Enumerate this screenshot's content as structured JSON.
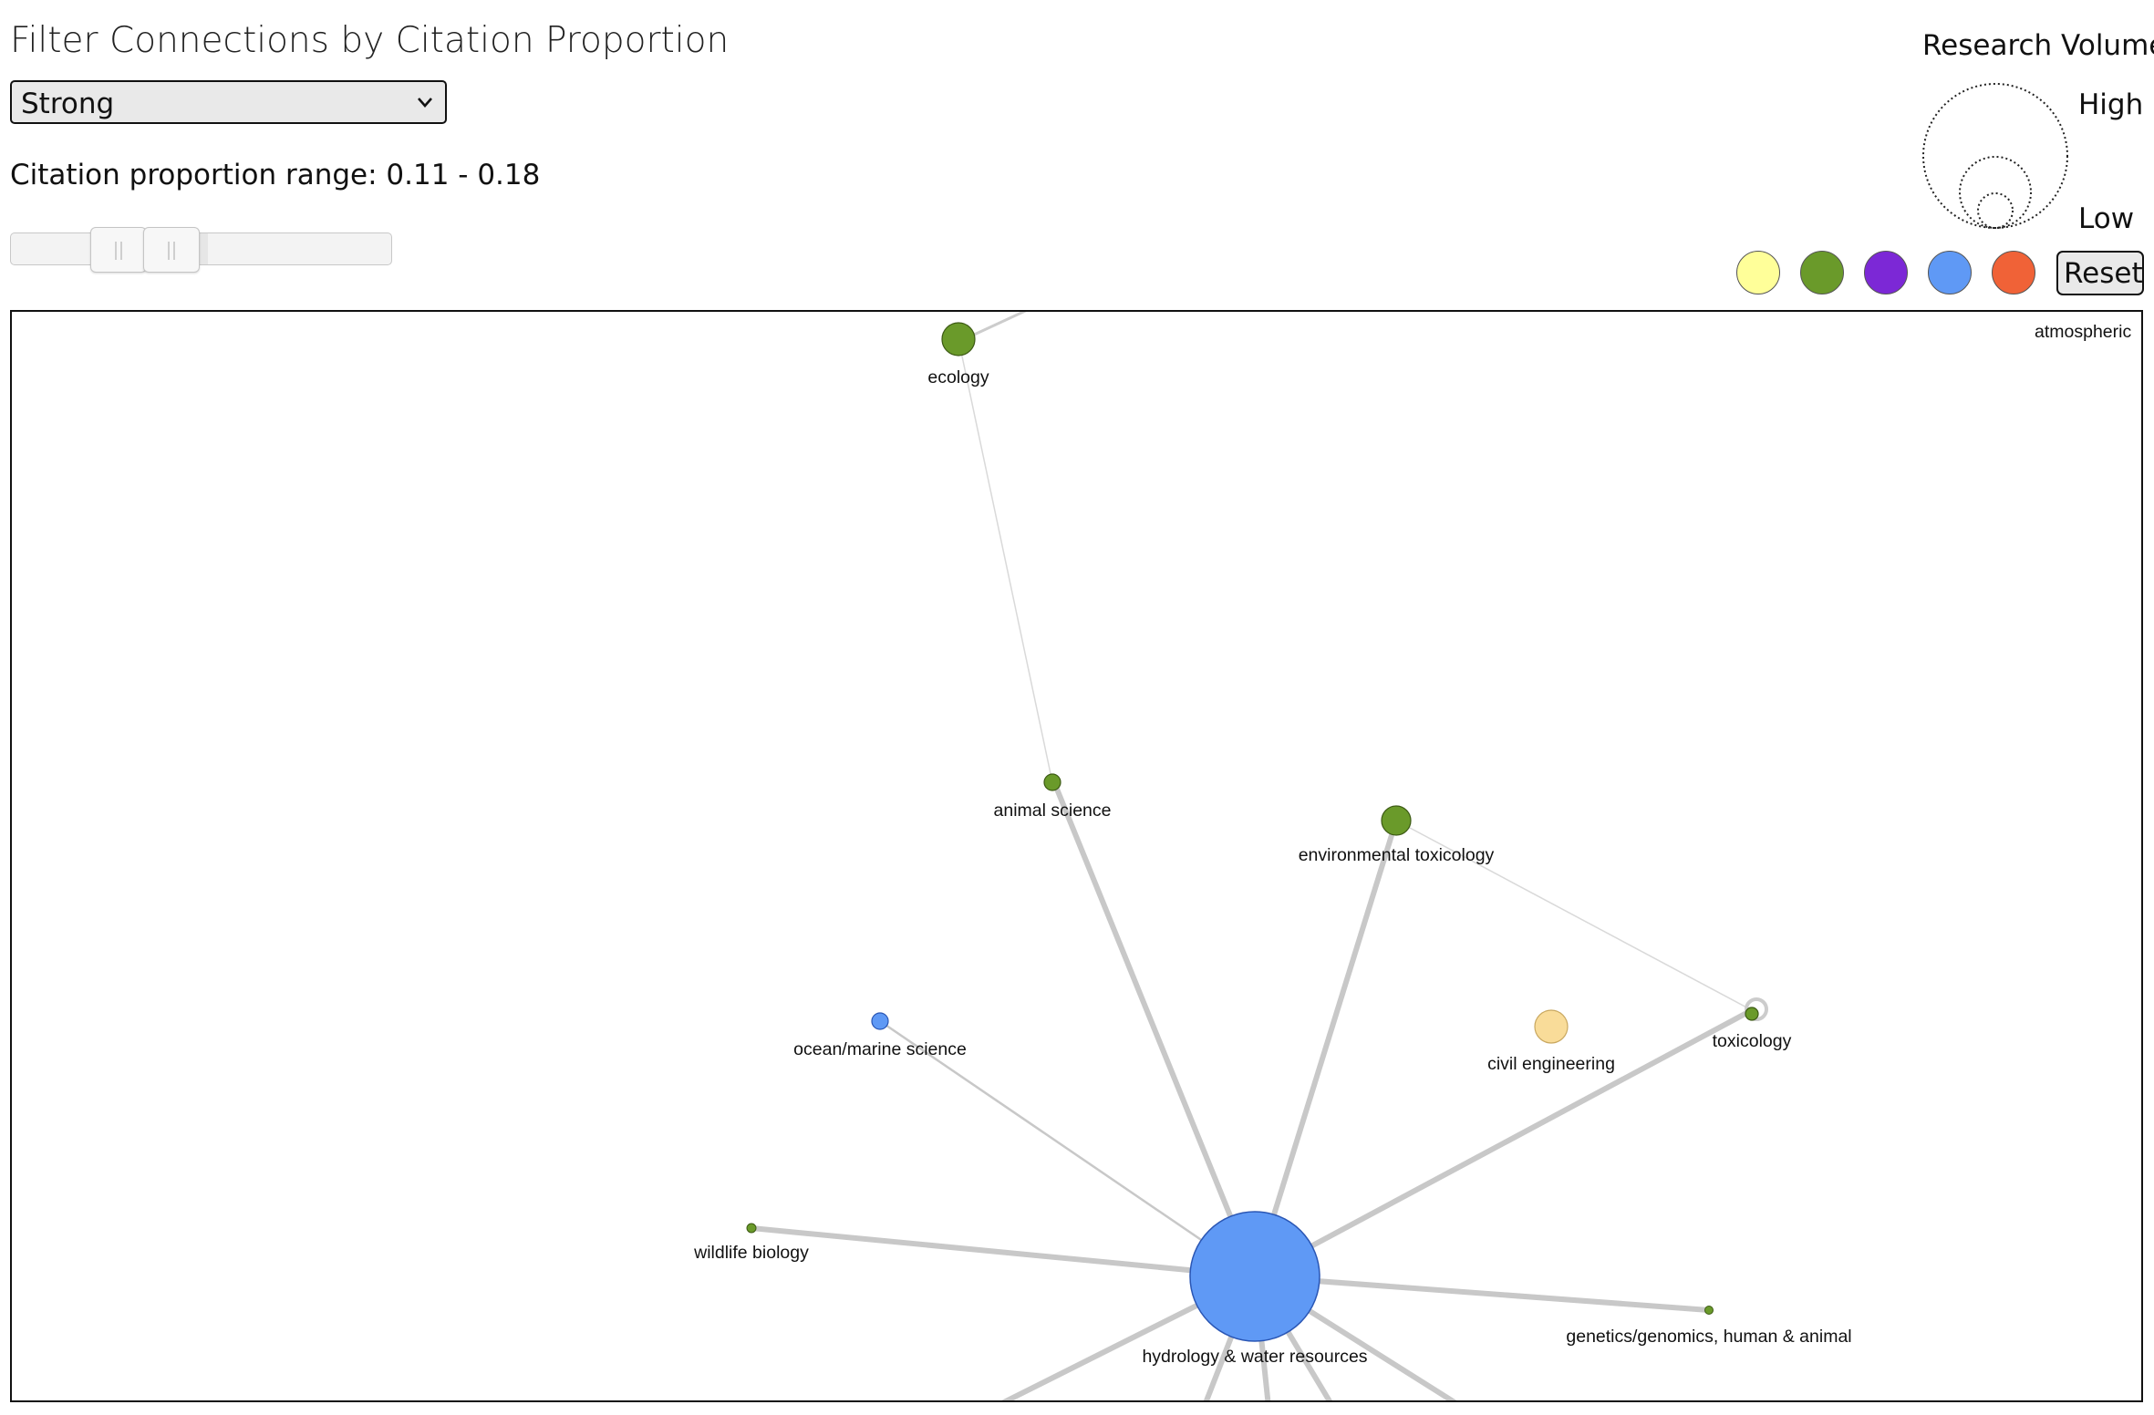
{
  "filter": {
    "title": "Filter Connections by Citation Proportion",
    "select_value": "Strong",
    "range_label": "Citation proportion range: 0.11 - 0.18",
    "range": [
      0.11,
      0.18
    ]
  },
  "legend": {
    "title": "Research Volume",
    "high_label": "High",
    "low_label": "Low",
    "swatches": [
      {
        "name": "swatch-yellow",
        "color": "#ffff99"
      },
      {
        "name": "swatch-green",
        "color": "#6a9a2a"
      },
      {
        "name": "swatch-purple",
        "color": "#7c28d6"
      },
      {
        "name": "swatch-blue",
        "color": "#5f99f5"
      },
      {
        "name": "swatch-orange",
        "color": "#f06237"
      }
    ],
    "reset_label": "Reset"
  },
  "graph": {
    "nodes": [
      {
        "id": "ecology",
        "label": "ecology",
        "color": "#6a9a2a"
      },
      {
        "id": "animal-science",
        "label": "animal science",
        "color": "#6a9a2a"
      },
      {
        "id": "environmental-toxicology",
        "label": "environmental toxicology",
        "color": "#6a9a2a"
      },
      {
        "id": "ocean-marine-science",
        "label": "ocean/marine science",
        "color": "#5f99f5"
      },
      {
        "id": "civil-engineering",
        "label": "civil engineering",
        "color": "#f9dc99"
      },
      {
        "id": "toxicology",
        "label": "toxicology",
        "color": "#6a9a2a"
      },
      {
        "id": "wildlife-biology",
        "label": "wildlife biology",
        "color": "#6a9a2a"
      },
      {
        "id": "hydrology",
        "label": "hydrology & water resources",
        "color": "#5f99f5"
      },
      {
        "id": "genetics",
        "label": "genetics/genomics, human & animal",
        "color": "#6a9a2a"
      },
      {
        "id": "atmospheric",
        "label": "atmospheric",
        "color": "#6a9a2a"
      }
    ]
  }
}
